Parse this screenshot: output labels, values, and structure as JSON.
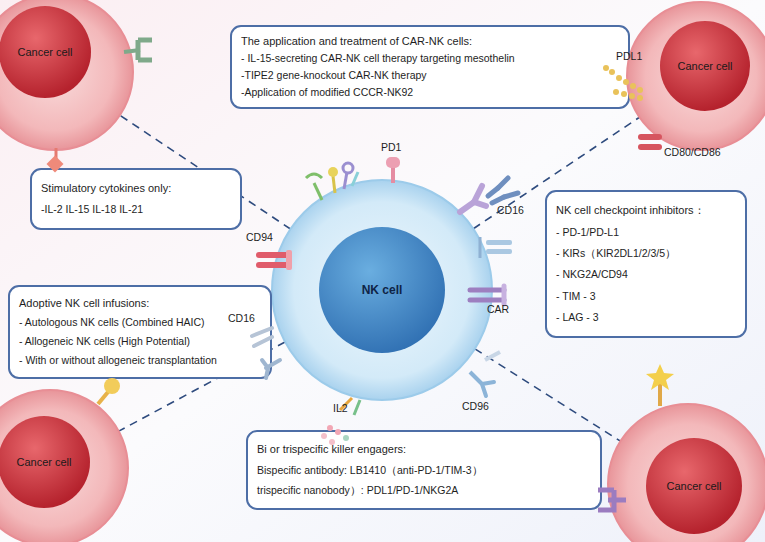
{
  "diagram": {
    "nodes": [
      {
        "text": [
          "Cancer cell"
        ]
      },
      {
        "text": [
          "The application and treatment of CAR-NK cells:",
          "- IL-15-secreting CAR-NK cell therapy targeting mesothelin",
          "-TIPE2 gene-knockout CAR-NK therapy",
          "-Application of modified CCCR-NK92"
        ]
      },
      {
        "text": [
          "Cancer cell"
        ]
      },
      {
        "text": [
          "Stimulatory cytokines only:",
          "-IL-2 IL-15 IL-18 IL-21"
        ]
      },
      {
        "text": [
          "NK cell"
        ]
      },
      {
        "text": [
          "NK cell checkpoint inhibitors：",
          "- PD-1/PD-L1",
          "- KIRs（KIR2DL1/2/3/5）",
          "- NKG2A/CD94",
          "- TIM - 3",
          "- LAG - 3"
        ]
      },
      {
        "text": [
          "Adoptive NK cell infusions:",
          "- Autologous NK cells (Combined HAIC)",
          "- Allogeneic NK cells (High Potential)",
          "- With or without allogeneic transplantation"
        ]
      },
      {
        "text": [
          "Bi or trispecific killer engagers:",
          "Bispecific antibody: LB1410（anti-PD-1/TIM-3）",
          "trispecific nanobody）: PDL1/PD-1/NKG2A"
        ]
      },
      {
        "text": [
          "Cancer cell"
        ]
      },
      {
        "text": [
          "Cancer cell"
        ]
      }
    ],
    "edges": [
      {
        "from": 4,
        "to": 0,
        "arrow": "none"
      },
      {
        "from": 4,
        "to": 2,
        "arrow": "none"
      },
      {
        "from": 4,
        "to": 8,
        "arrow": "none"
      },
      {
        "from": 4,
        "to": 9,
        "arrow": "none"
      }
    ],
    "labels": [
      "PD1",
      "CD94",
      "CD16",
      "CD16",
      "CAR",
      "IL2",
      "CD96",
      "PDL1",
      "CD80/CD86"
    ]
  }
}
